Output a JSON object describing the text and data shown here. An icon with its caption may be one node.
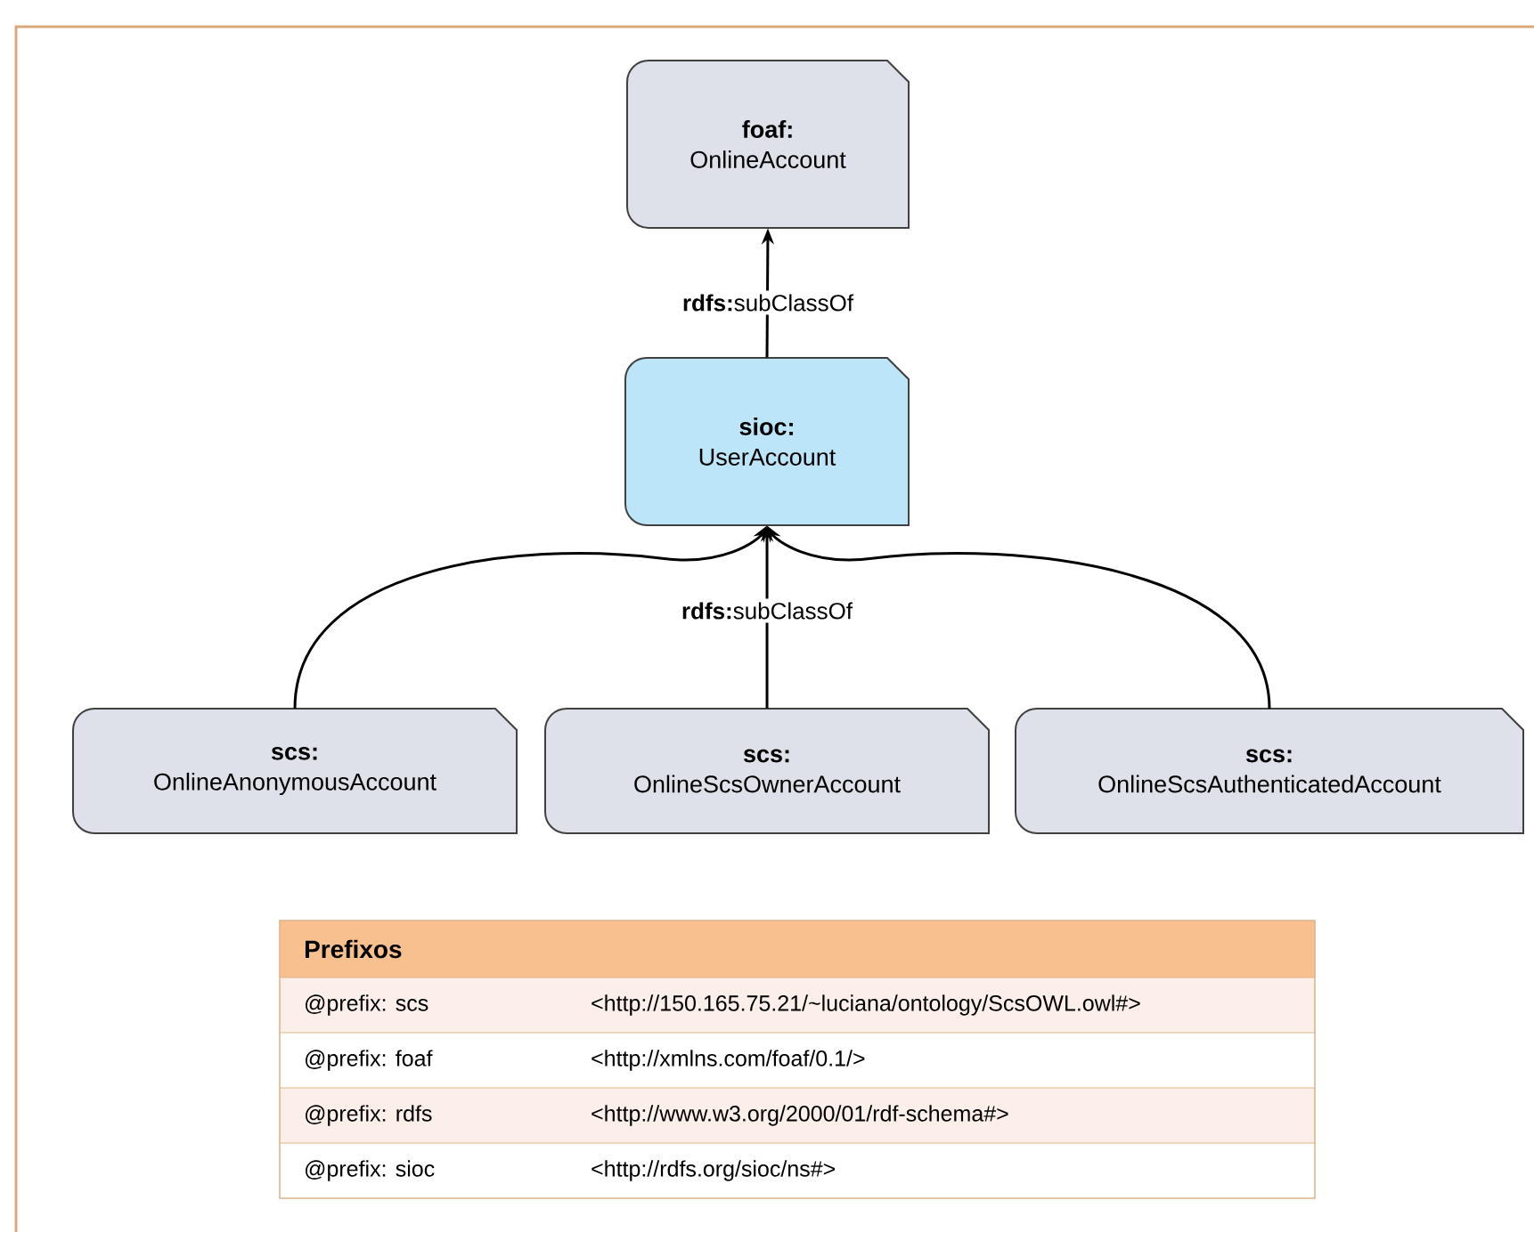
{
  "diagram": {
    "nodes": [
      {
        "text": [
          "foaf:",
          "OnlineAccount"
        ]
      },
      {
        "text": [
          "sioc:",
          "UserAccount"
        ]
      },
      {
        "text": [
          "scs:",
          "OnlineAnonymousAccount"
        ]
      },
      {
        "text": [
          "scs:",
          "OnlineScsOwnerAccount"
        ]
      },
      {
        "text": [
          "scs:",
          "OnlineScsAuthenticatedAccount"
        ]
      }
    ],
    "edges": [
      {
        "from": 1,
        "to": 0,
        "arrow": "to",
        "label": "**rdfs:**subClassOf"
      },
      {
        "from": 2,
        "to": 1,
        "arrow": "to"
      },
      {
        "from": 3,
        "to": 1,
        "arrow": "to",
        "label": "**rdfs:**subClassOf"
      },
      {
        "from": 4,
        "to": 1,
        "arrow": "to"
      }
    ],
    "labels": [
      "Prefixos",
      "@prefix: scs",
      "<http://150.165.75.21/~luciana/ontology/ScsOWL.owl#>",
      "@prefix: foaf",
      "<http://xmlns.com/foaf/0.1/>",
      "@prefix: rdfs",
      "<http://www.w3.org/2000/01/rdf-schema#>",
      "@prefix: sioc",
      "<http://rdfs.org/sioc/ns#>"
    ]
  }
}
